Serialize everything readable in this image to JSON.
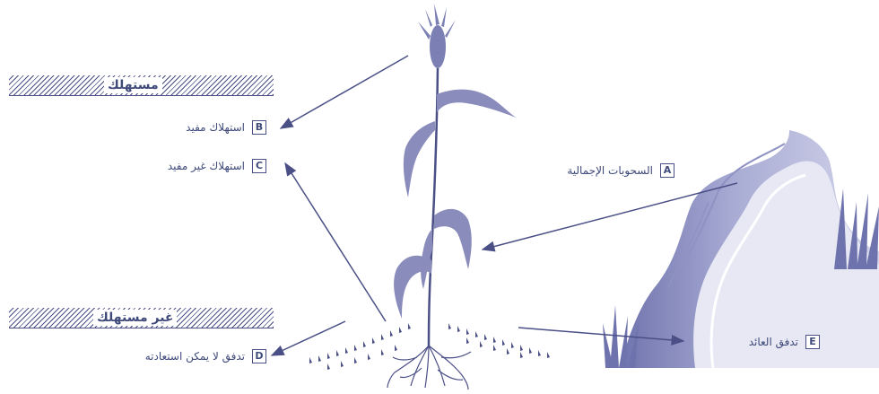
{
  "headers": {
    "consumptive": "مستهلك",
    "non_consumptive": "غير مستهلك"
  },
  "labels": {
    "B": {
      "letter": "B",
      "text": "استهلاك مفيد"
    },
    "C": {
      "letter": "C",
      "text": "استهلاك غير مفيد"
    },
    "A": {
      "letter": "A",
      "text": "السحوبات الإجمالية"
    },
    "D": {
      "letter": "D",
      "text": "تدفق لا يمكن استعادته"
    },
    "E": {
      "letter": "E",
      "text": "تدفق العائد"
    }
  },
  "colors": {
    "ink": "#3f4a7a",
    "plant": "#8a8cbc",
    "river_dark": "#6f73ad",
    "river_light": "#c9cbe5",
    "hatch": "#4a4f86"
  }
}
